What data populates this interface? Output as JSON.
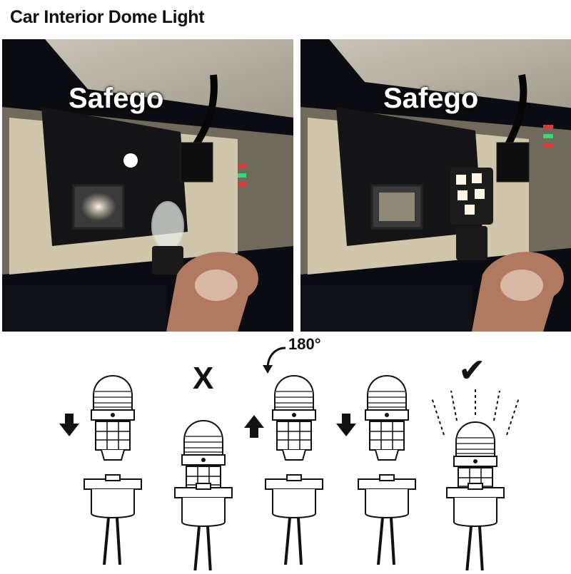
{
  "title": "Car Interior Dome Light",
  "photos": [
    {
      "watermark": "Safego",
      "bulb": "incandescent"
    },
    {
      "watermark": "Safego",
      "bulb": "led"
    }
  ],
  "diagram": {
    "rotation_label": "180°",
    "steps": [
      {
        "action": "push-down"
      },
      {
        "action": "wrong",
        "mark": "X"
      },
      {
        "action": "rotate-and-push-up"
      },
      {
        "action": "push-down"
      },
      {
        "action": "correct",
        "mark": "✔"
      }
    ]
  },
  "colors": {
    "background": "#ffffff",
    "text": "#111111",
    "photo_dark": "#0c0d12",
    "housing": "#c9c0a6"
  }
}
